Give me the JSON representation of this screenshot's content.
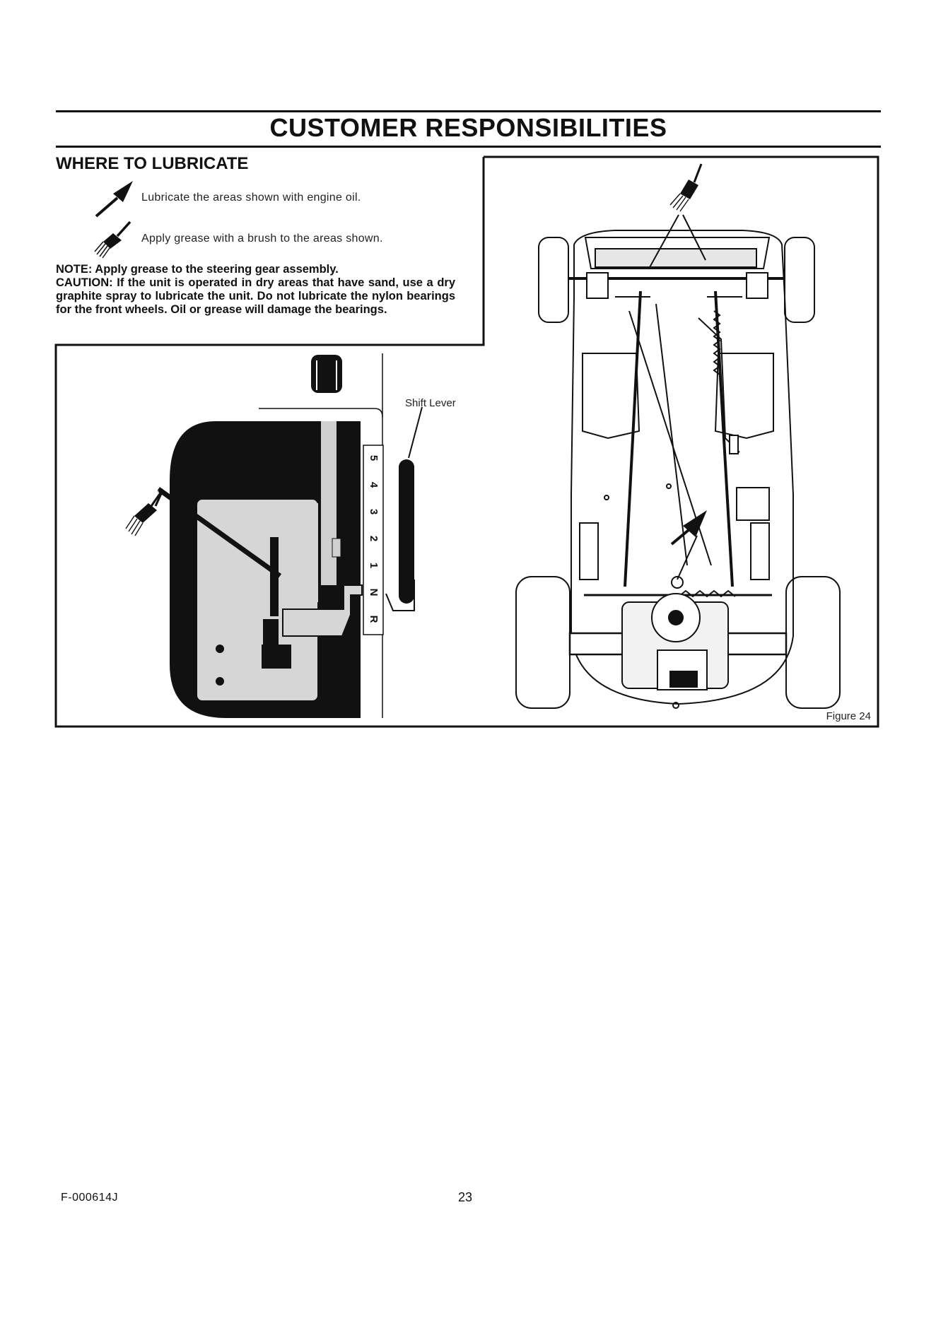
{
  "header": {
    "title": "CUSTOMER RESPONSIBILITIES"
  },
  "section": {
    "heading": "WHERE TO LUBRICATE"
  },
  "legend": {
    "oil": {
      "icon": "oil-can-icon",
      "text": "Lubricate the areas shown with engine oil."
    },
    "grease": {
      "icon": "grease-brush-icon",
      "text": "Apply grease with a brush to the areas shown."
    }
  },
  "notes": {
    "note": "NOTE: Apply grease to the steering gear assembly.",
    "caution": "CAUTION: If the unit is operated in dry areas that have sand, use a dry graphite spray to lubricate the unit. Do not lubricate the nylon bearings for the front wheels. Oil or grease will damage the bearings."
  },
  "figure": {
    "shift_label": "Shift Lever",
    "gears": [
      "5",
      "4",
      "3",
      "2",
      "1",
      "N",
      "R"
    ],
    "caption": "Figure 24"
  },
  "footer": {
    "code": "F-000614J",
    "page": "23"
  }
}
